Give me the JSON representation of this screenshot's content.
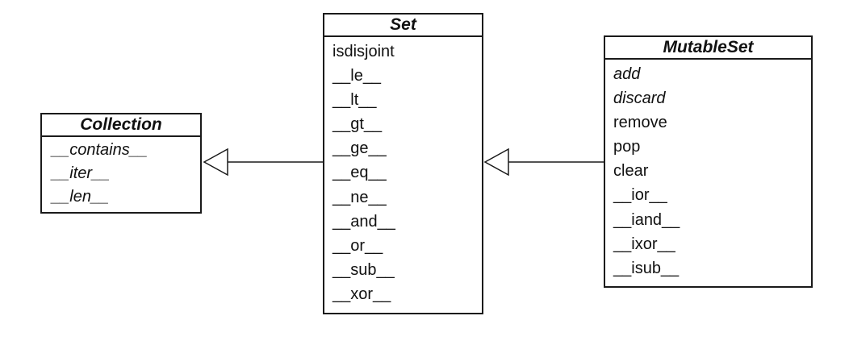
{
  "classes": {
    "collection": {
      "name": "Collection",
      "members": [
        {
          "label": "__contains__",
          "abstract": true
        },
        {
          "label": "__iter__",
          "abstract": true
        },
        {
          "label": "__len__",
          "abstract": true
        }
      ]
    },
    "set": {
      "name": "Set",
      "members": [
        {
          "label": "isdisjoint",
          "abstract": false
        },
        {
          "label": "__le__",
          "abstract": false
        },
        {
          "label": "__lt__",
          "abstract": false
        },
        {
          "label": "__gt__",
          "abstract": false
        },
        {
          "label": "__ge__",
          "abstract": false
        },
        {
          "label": "__eq__",
          "abstract": false
        },
        {
          "label": "__ne__",
          "abstract": false
        },
        {
          "label": "__and__",
          "abstract": false
        },
        {
          "label": "__or__",
          "abstract": false
        },
        {
          "label": "__sub__",
          "abstract": false
        },
        {
          "label": "__xor__",
          "abstract": false
        }
      ]
    },
    "mutableset": {
      "name": "MutableSet",
      "members": [
        {
          "label": "add",
          "abstract": true
        },
        {
          "label": "discard",
          "abstract": true
        },
        {
          "label": "remove",
          "abstract": false
        },
        {
          "label": "pop",
          "abstract": false
        },
        {
          "label": "clear",
          "abstract": false
        },
        {
          "label": "__ior__",
          "abstract": false
        },
        {
          "label": "__iand__",
          "abstract": false
        },
        {
          "label": "__ixor__",
          "abstract": false
        },
        {
          "label": "__isub__",
          "abstract": false
        }
      ]
    }
  },
  "relations": [
    {
      "from": "Set",
      "to": "Collection",
      "type": "inheritance"
    },
    {
      "from": "MutableSet",
      "to": "Set",
      "type": "inheritance"
    }
  ],
  "colors": {
    "line": "#1a1a1a",
    "background": "#ffffff"
  }
}
